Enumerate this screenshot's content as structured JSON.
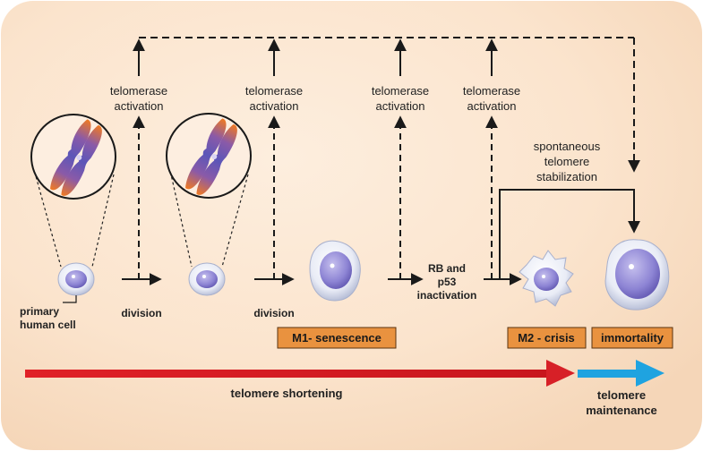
{
  "telomerase_labels": [
    [
      "telomerase",
      "activation"
    ],
    [
      "telomerase",
      "activation"
    ],
    [
      "telomerase",
      "activation"
    ],
    [
      "telomerase",
      "activation"
    ]
  ],
  "cell_labels": {
    "primary": [
      "primary",
      "human cell"
    ],
    "division1": "division",
    "division2": "division",
    "rb_p53": [
      "RB and",
      "p53",
      "inactivation"
    ]
  },
  "spontaneous": [
    "spontaneous",
    "telomere",
    "stabilization"
  ],
  "stages": {
    "senescence": "M1- senescence",
    "crisis": "M2 - crisis",
    "immortality": "immortality"
  },
  "bottom": {
    "shortening": "telomere shortening",
    "maintenance": [
      "telomere",
      "maintenance"
    ]
  },
  "colors": {
    "background": "#fbe6d2",
    "stage_box": "#e9923f",
    "shortening_arrow": "#d72027",
    "maintenance_arrow": "#1fa3e0",
    "chromosome": "#6b58b8",
    "telomere_tip": "#f07a22",
    "nucleus": "#8f86d6"
  }
}
